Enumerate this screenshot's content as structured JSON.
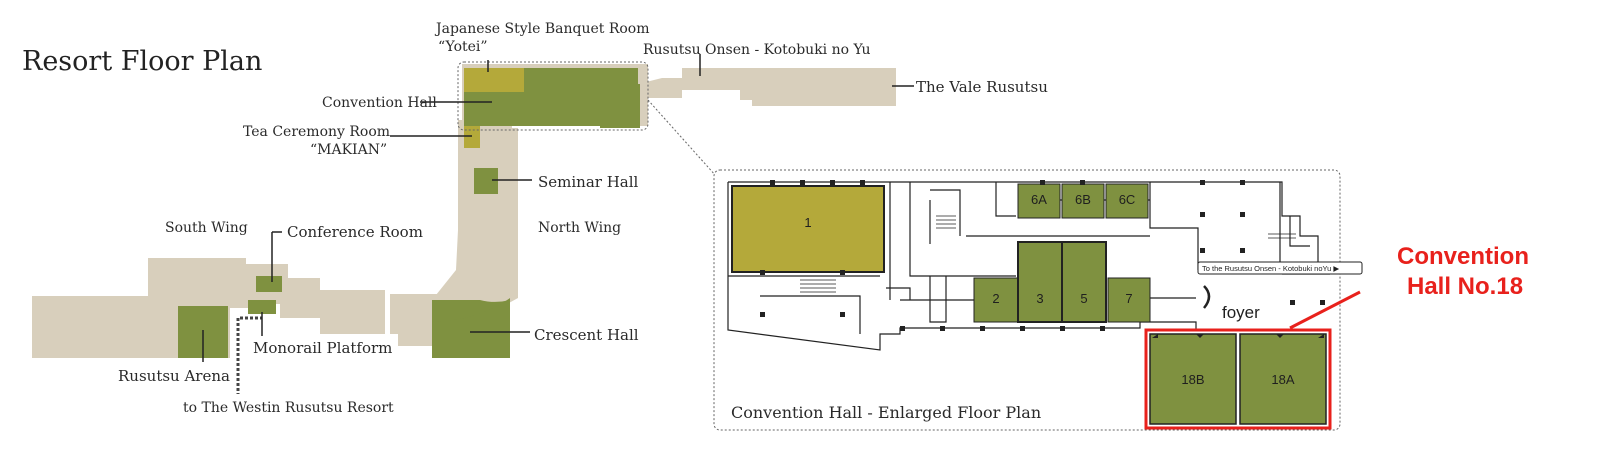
{
  "title": "Resort Floor Plan",
  "labels": {
    "japanese_banquet_1": "Japanese Style Banquet Room",
    "japanese_banquet_2": "“Yotei”",
    "onsen": "Rusutsu Onsen - Kotobuki no Yu",
    "vale": "The Vale Rusutsu",
    "convention_hall": "Convention Hall",
    "tea_room_1": "Tea Ceremony Room",
    "tea_room_2": "“MAKIAN”",
    "seminar_hall": "Seminar Hall",
    "north_wing": "North Wing",
    "south_wing": "South Wing",
    "conference_room": "Conference Room",
    "crescent_hall": "Crescent Hall",
    "monorail_platform": "Monorail Platform",
    "rusutsu_arena": "Rusutsu Arena",
    "westin": "to The Westin Rusutsu Resort"
  },
  "enlarged_plan": {
    "caption": "Convention Hall - Enlarged Floor Plan",
    "rooms": {
      "r1": "1",
      "r6a": "6A",
      "r6b": "6B",
      "r6c": "6C",
      "r2": "2",
      "r3": "3",
      "r5": "5",
      "r7": "7",
      "r18b": "18B",
      "r18a": "18A"
    },
    "foyer": "foyer",
    "onsen_sign": "To the Rusutsu Onsen - Kotobuki noYu ▶"
  },
  "callout": {
    "line1": "Convention",
    "line2": "Hall No.18",
    "color": "#e8211c"
  },
  "colors": {
    "building": "#d8cfbc",
    "hall_green": "#7f9140",
    "banquet_yellow": "#b4a93a",
    "highlight_red": "#e8211c"
  }
}
